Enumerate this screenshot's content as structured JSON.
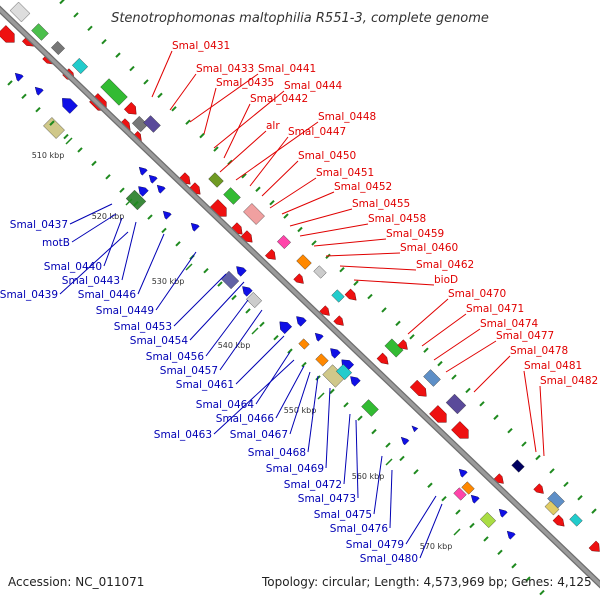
{
  "title": "Stenotrophomonas maltophilia R551-3, complete genome",
  "footer": {
    "accession": "Accession: NC_011071",
    "summary": "Topology: circular; Length: 4,573,969 bp; Genes: 4,125"
  },
  "colors": {
    "forward_label": "#e00000",
    "reverse_label": "#0000b4",
    "backbone": "#9a9a9a",
    "tick": "#1f8a1f"
  },
  "ticks": [
    "510 kbp",
    "520 kbp",
    "530 kbp",
    "540 kbp",
    "550 kbp",
    "560 kbp",
    "570 kbp"
  ],
  "forward_labels": [
    "Smal_0431",
    "Smal_0433",
    "Smal_0441",
    "Smal_0435",
    "Smal_0444",
    "Smal_0442",
    "alr",
    "Smal_0448",
    "Smal_0447",
    "Smal_0450",
    "Smal_0451",
    "Smal_0452",
    "Smal_0455",
    "Smal_0458",
    "Smal_0459",
    "Smal_0460",
    "Smal_0462",
    "bioD",
    "Smal_0470",
    "Smal_0471",
    "Smal_0474",
    "Smal_0477",
    "Smal_0478",
    "Smal_0481",
    "Smal_0482"
  ],
  "reverse_labels": [
    "Smal_0437",
    "motB",
    "Smal_0440",
    "Smal_0443",
    "Smal_0439",
    "Smal_0446",
    "Smal_0449",
    "Smal_0453",
    "Smal_0454",
    "Smal_0456",
    "Smal_0457",
    "Smal_0461",
    "Smal_0464",
    "Smal_0466",
    "Smal_0463",
    "Smal_0467",
    "Smal_0468",
    "Smal_0469",
    "Smal_0472",
    "Smal_0473",
    "Smal_0475",
    "Smal_0476",
    "Smal_0479",
    "Smal_0480"
  ]
}
